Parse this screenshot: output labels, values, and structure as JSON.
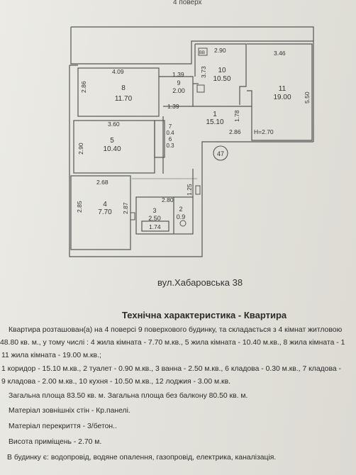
{
  "header": {
    "floor_label": "4 поверх"
  },
  "plan": {
    "address": "вул.Хабаровська 38",
    "building_marker": "47",
    "ceiling_note": "H=2.70",
    "rooms": [
      {
        "id": "8",
        "area": "11.70"
      },
      {
        "id": "9",
        "area": "2.00"
      },
      {
        "id": "10",
        "area": "10.50"
      },
      {
        "id": "11",
        "area": "19.00"
      },
      {
        "id": "1",
        "area": "15.10"
      },
      {
        "id": "5",
        "area": "10.40"
      },
      {
        "id": "7",
        "area": "0.4"
      },
      {
        "id": "6",
        "area": "0.3"
      },
      {
        "id": "4",
        "area": "7.70"
      },
      {
        "id": "3",
        "area": "2.50"
      },
      {
        "id": "2",
        "area": "0.9"
      }
    ],
    "dimensions": [
      "4.09",
      "1.39",
      "2.90",
      "3.46",
      "2.86",
      "3.73",
      "5.50",
      "1.39",
      "1.78",
      "2.86",
      "3.60",
      "2.90",
      "2.68",
      "2.80",
      "1.25",
      "2.85",
      "2.87",
      "1.74"
    ],
    "stove_label": "ВВ"
  },
  "tech": {
    "title": "Технічна характеристика - Квартира",
    "lines": [
      "Квартира розташован(а) на 4 поверсі 9 поверхового будинку, та складається з 4 кімнат житловою",
      "48.80 кв. м., у тому числі : 4 жила кімната - 7.70 м.кв., 5 жила кімната - 10.40 м.кв., 8 жила кімната - 1",
      "11 жила кімната - 19.00 м.кв.;",
      "1 коридор - 15.10 м.кв., 2 туалет - 0.90 м.кв., 3 ванна - 2.50 м.кв., 6 кладова - 0.30 м.кв., 7 кладова -",
      "9 кладова - 2.00 м.кв., 10 кухня - 10.50 м.кв., 12 лоджия - 3.00 м.кв.",
      "Загальна площа 83.50 кв. м.  Загальна площа без балкону 80.50 кв. м.",
      "Матеріал зовнішніх стін - Кр.панелі.",
      "Матеріал перекриття - 3/бетон..",
      "Висота приміщень - 2.70 м.",
      "В будинку є: водопровід, водяне опалення, газопровід, електрика, каналізація."
    ]
  }
}
